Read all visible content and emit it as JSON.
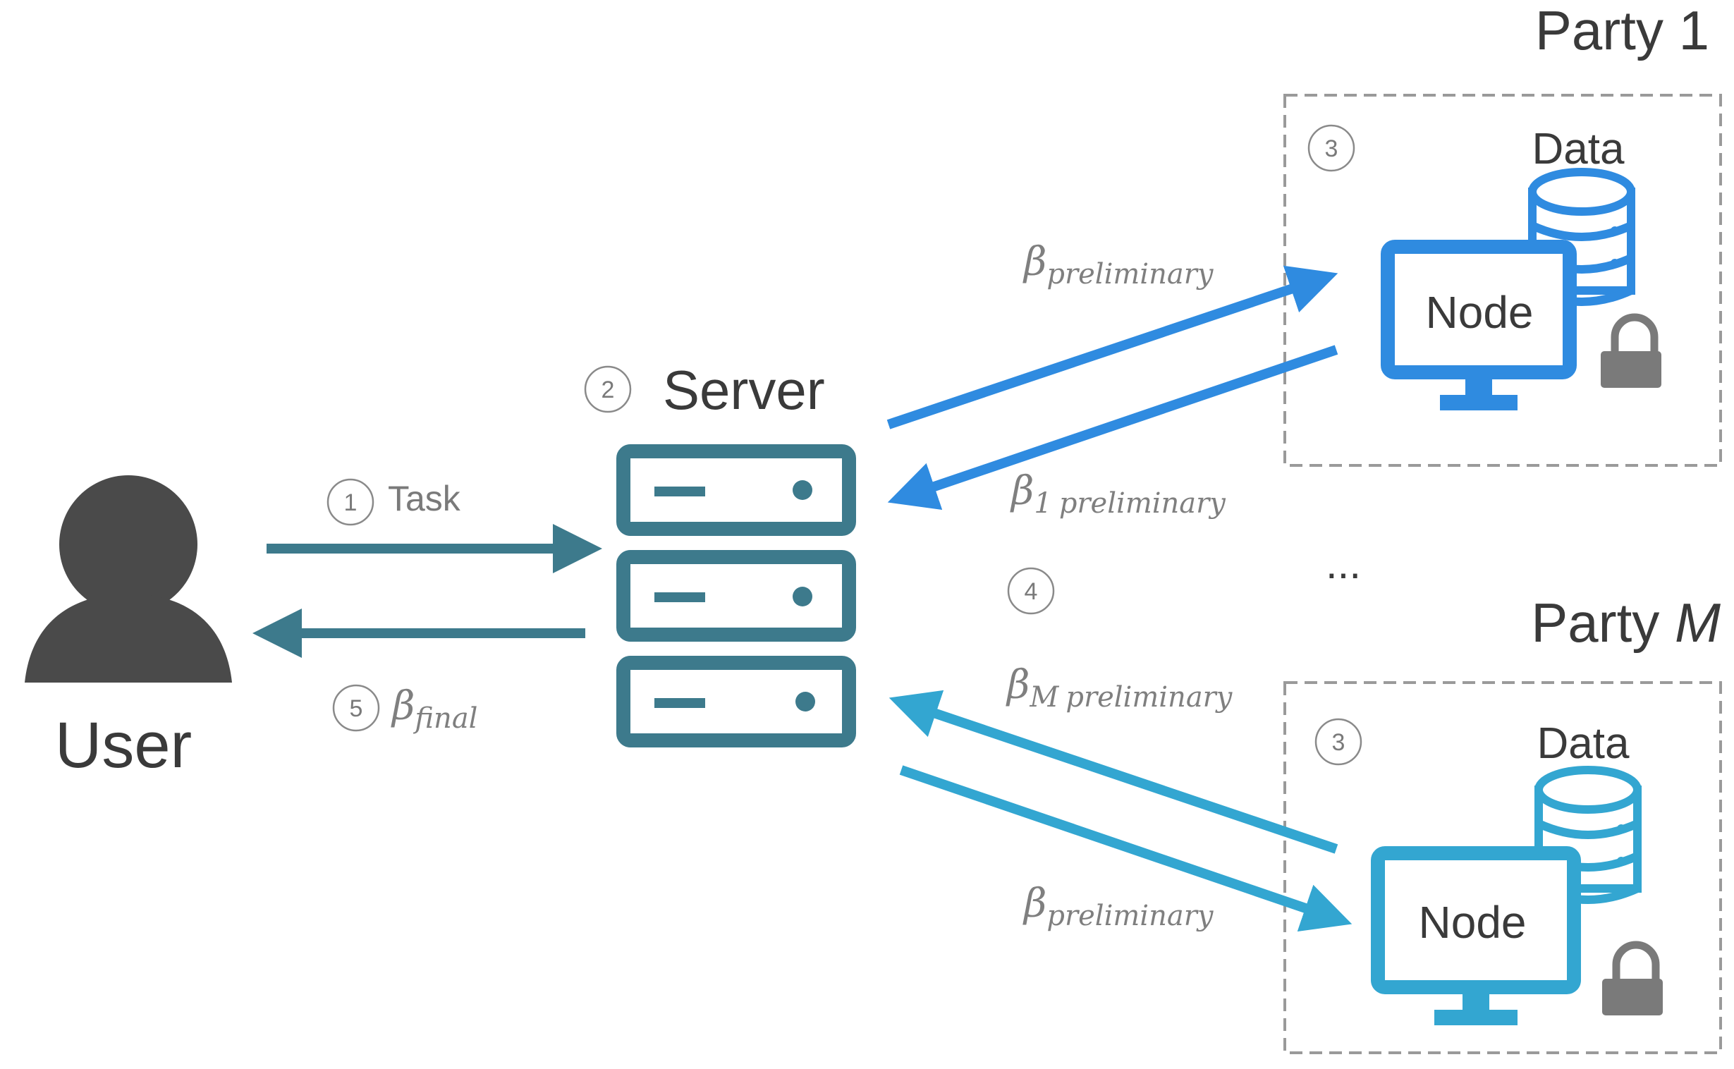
{
  "user": {
    "label": "User"
  },
  "server": {
    "label": "Server",
    "step": "2"
  },
  "task": {
    "step": "1",
    "label": "Task"
  },
  "final": {
    "step": "5",
    "symbol": "β",
    "subscript": "final"
  },
  "comm_step": "4",
  "ellipsis": "...",
  "party_1": {
    "title": "Party 1",
    "step": "3",
    "data_label": "Data",
    "node_label": "Node",
    "send_symbol": "β",
    "send_subscript": "preliminary",
    "return_symbol": "β",
    "return_index": "1",
    "return_subscript": "preliminary"
  },
  "party_m": {
    "title_prefix": "Party ",
    "title_var": "M",
    "step": "3",
    "data_label": "Data",
    "node_label": "Node",
    "send_symbol": "β",
    "send_subscript": "preliminary",
    "return_symbol": "β",
    "return_index": "M",
    "return_subscript": "preliminary"
  },
  "colors": {
    "user": "#4a4a4a",
    "server": "#3d7a8c",
    "party_1": "#2f8be0",
    "party_m": "#33a6d1",
    "lock": "#7a7a7a",
    "box_border": "#9a9a9a"
  },
  "icons": [
    "user-icon",
    "server-icon",
    "monitor-icon",
    "database-icon",
    "lock-icon"
  ]
}
